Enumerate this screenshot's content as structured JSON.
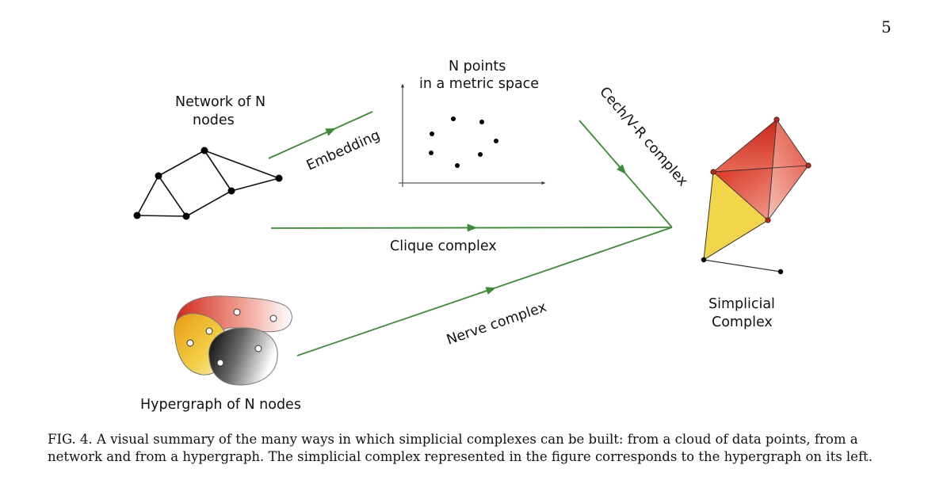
{
  "page": {
    "number": "5"
  },
  "figure": {
    "labels": {
      "network_line1": "Network of N",
      "network_line2": "nodes",
      "points_line1": "N points",
      "points_line2": "in a metric space",
      "embedding": "Embedding",
      "cech": "Cech/V-R complex",
      "clique": "Clique complex",
      "nerve": "Nerve complex",
      "hypergraph": "Hypergraph of N nodes",
      "simplicial_line1": "Simplicial",
      "simplicial_line2": "Complex"
    },
    "colors": {
      "arrow": "#3d8b37",
      "node": "#000000",
      "red_simplex": "#d93a2a",
      "yellow_simplex": "#f2d54a"
    }
  },
  "caption": {
    "label": "FIG. 4.",
    "text": "A visual summary of the many ways in which simplicial complexes can be built: from a cloud of data points, from a network and from a hypergraph. The simplicial complex represented in the figure corresponds to the hypergraph on its left."
  }
}
